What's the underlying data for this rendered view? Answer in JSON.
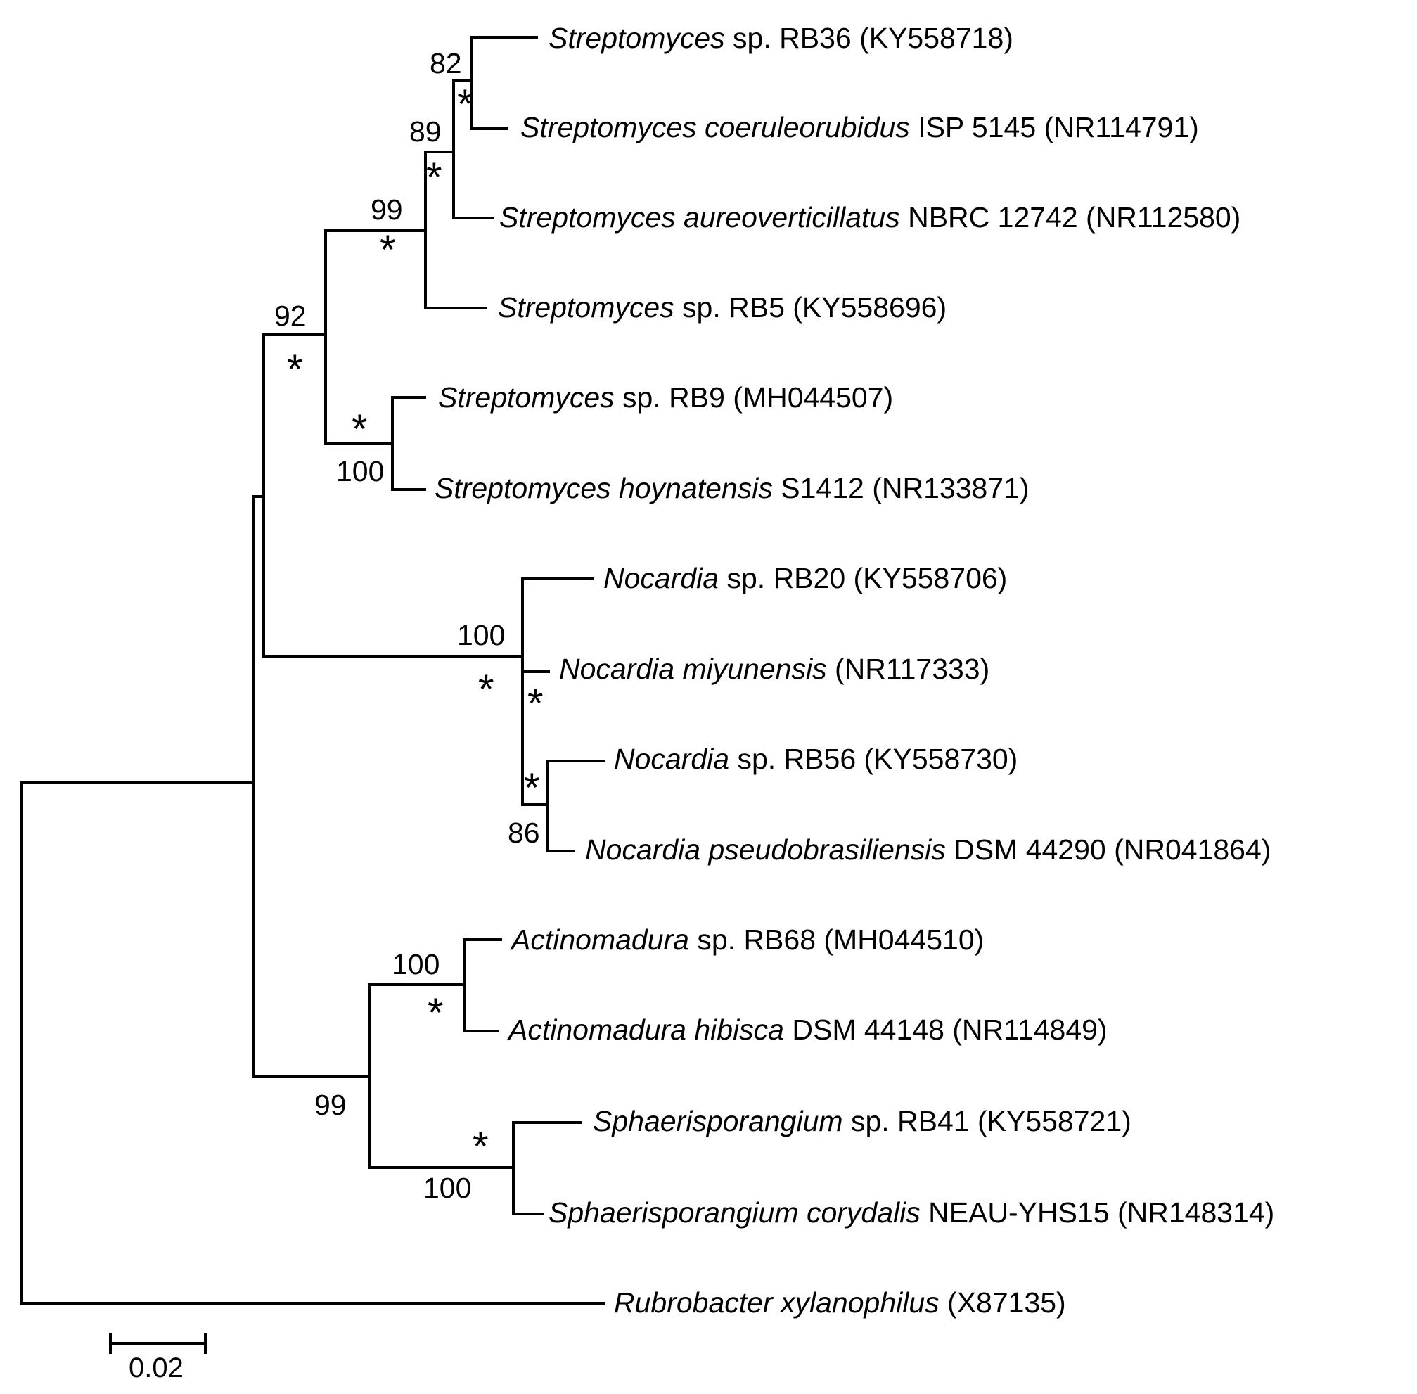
{
  "taxa": [
    {
      "genus": "Streptomyces",
      "epithet": "",
      "suffix": " sp. RB36 (KY558718)"
    },
    {
      "genus": "Streptomyces",
      "epithet": " coeruleorubidus",
      "suffix": " ISP 5145 (NR114791)"
    },
    {
      "genus": "Streptomyces",
      "epithet": " aureoverticillatus",
      "suffix": " NBRC 12742 (NR112580)"
    },
    {
      "genus": "Streptomyces",
      "epithet": "",
      "suffix": " sp. RB5 (KY558696)"
    },
    {
      "genus": "Streptomyces",
      "epithet": "",
      "suffix": " sp. RB9 (MH044507)"
    },
    {
      "genus": "Streptomyces",
      "epithet": " hoynatensis",
      "suffix": " S1412 (NR133871)"
    },
    {
      "genus": "Nocardia",
      "epithet": "",
      "suffix": " sp. RB20 (KY558706)"
    },
    {
      "genus": "Nocardia",
      "epithet": " miyunensis",
      "suffix": " (NR117333)"
    },
    {
      "genus": "Nocardia",
      "epithet": "",
      "suffix": " sp. RB56 (KY558730)"
    },
    {
      "genus": "Nocardia",
      "epithet": " pseudobrasiliensis",
      "suffix": " DSM 44290 (NR041864)"
    },
    {
      "genus": "Actinomadura",
      "epithet": "",
      "suffix": " sp. RB68 (MH044510)"
    },
    {
      "genus": "Actinomadura",
      "epithet": " hibisca",
      "suffix": " DSM 44148 (NR114849)"
    },
    {
      "genus": "Sphaerisporangium",
      "epithet": "",
      "suffix": " sp. RB41 (KY558721)"
    },
    {
      "genus": "Sphaerisporangium",
      "epithet": " corydalis",
      "suffix": " NEAU-YHS15 (NR148314)"
    },
    {
      "genus": "Rubrobacter",
      "epithet": " xylanophilus",
      "suffix": " (X87135)"
    }
  ],
  "bootstrap": [
    "82",
    "89",
    "99",
    "92",
    "100",
    "100",
    "86",
    "100",
    "99",
    "100"
  ],
  "star_symbol": "*",
  "scale_bar": {
    "label": "0.02"
  },
  "colors": {
    "line": "#000000",
    "background": "#ffffff"
  }
}
